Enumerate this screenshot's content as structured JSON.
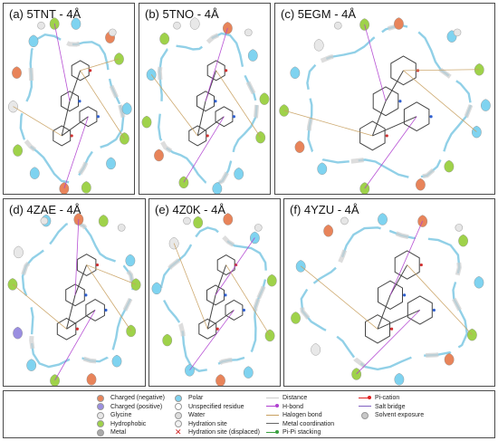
{
  "panels": [
    {
      "label": "(a) 5TNT - 4Å"
    },
    {
      "label": "(b) 5TNO - 4Å"
    },
    {
      "label": "(c) 5EGM - 4Å"
    },
    {
      "label": "(d) 4ZAE - 4Å"
    },
    {
      "label": "(e) 4Z0K - 4Å"
    },
    {
      "label": "(f) 4YZU - 4Å"
    }
  ],
  "colors": {
    "charged_negative": "#e8845a",
    "charged_positive": "#9a8ee0",
    "glycine": "#e8e8e8",
    "hydrophobic": "#9fd24a",
    "metal": "#aaaaaa",
    "polar": "#7fd3f0",
    "unspecified": "#ffffff",
    "water": "#dddddd",
    "hydration": "#f2f2f2",
    "solvent": "#c8c8c8",
    "pocket_line": "#7ec8e3",
    "bond": "#444444"
  },
  "legend": {
    "col1": [
      {
        "label": "Charged (negative)",
        "sym": "dot",
        "color": "#e8845a"
      },
      {
        "label": "Charged (positive)",
        "sym": "dot",
        "color": "#9a8ee0"
      },
      {
        "label": "Glycine",
        "sym": "dot",
        "color": "#e8e8e8"
      },
      {
        "label": "Hydrophobic",
        "sym": "dot",
        "color": "#9fd24a"
      },
      {
        "label": "Metal",
        "sym": "dot",
        "color": "#aaaaaa"
      }
    ],
    "col2": [
      {
        "label": "Polar",
        "sym": "dot",
        "color": "#7fd3f0"
      },
      {
        "label": "Unspecified residue",
        "sym": "dot",
        "color": "#ffffff"
      },
      {
        "label": "Water",
        "sym": "dot",
        "color": "#dddddd"
      },
      {
        "label": "Hydration site",
        "sym": "dot",
        "color": "#f2f2f2"
      },
      {
        "label": "Hydration site (displaced)",
        "sym": "x",
        "color": "#d02020"
      }
    ],
    "col3": [
      {
        "label": "Distance",
        "sym": "line",
        "color": "#cccccc"
      },
      {
        "label": "H-bond",
        "sym": "arrow",
        "color": "#b040d0"
      },
      {
        "label": "Halogen bond",
        "sym": "line",
        "color": "#c8a060"
      },
      {
        "label": "Metal coordination",
        "sym": "line",
        "color": "#666666"
      },
      {
        "label": "Pi-Pi stacking",
        "sym": "linedot",
        "color": "#3aa040"
      }
    ],
    "col4": [
      {
        "label": "Pi-cation",
        "sym": "linedot",
        "color": "#e02020"
      },
      {
        "label": "Salt bridge",
        "sym": "line",
        "color": "#8060c0"
      },
      {
        "label": "Solvent exposure",
        "sym": "dot",
        "color": "#c8c8c8"
      }
    ]
  }
}
